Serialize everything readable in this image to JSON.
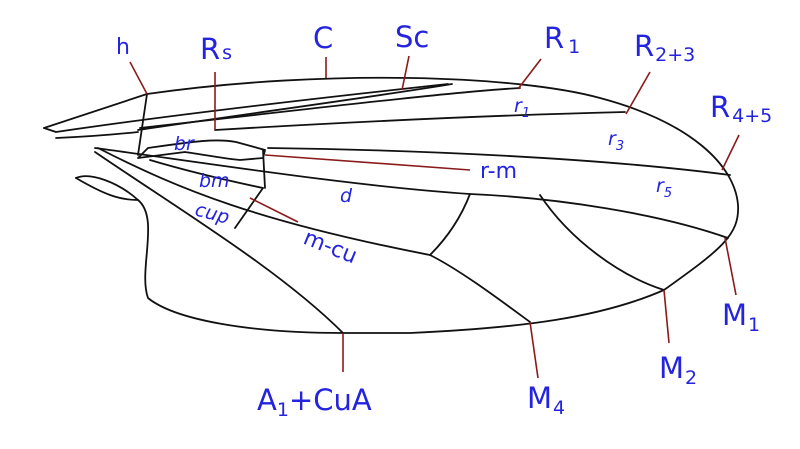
{
  "colors": {
    "label": "#2323e0",
    "leader": "#8b1a1a",
    "vein": "#111111",
    "background": "#ffffff"
  },
  "labels": {
    "h": "h",
    "rs": {
      "main": "R",
      "sub": "s"
    },
    "c": "C",
    "sc": "Sc",
    "r1": {
      "main": "R",
      "sub": "1"
    },
    "r23": {
      "main": "R",
      "sub": "2+3"
    },
    "r45": {
      "main": "R",
      "sub": "4+5"
    },
    "rm": "r-m",
    "mcu": "m-cu",
    "m1": {
      "main": "M",
      "sub": "1"
    },
    "m2": {
      "main": "M",
      "sub": "2"
    },
    "m4": {
      "main": "M",
      "sub": "4"
    },
    "a1cua": {
      "a": "A",
      "sub": "1",
      "rest": "+CuA"
    }
  },
  "cells": {
    "r1": {
      "main": "r",
      "sub": "1"
    },
    "r3": {
      "main": "r",
      "sub": "3"
    },
    "r5": {
      "main": "r",
      "sub": "5"
    },
    "br": "br",
    "bm": "bm",
    "cup": "cup",
    "d": "d"
  }
}
